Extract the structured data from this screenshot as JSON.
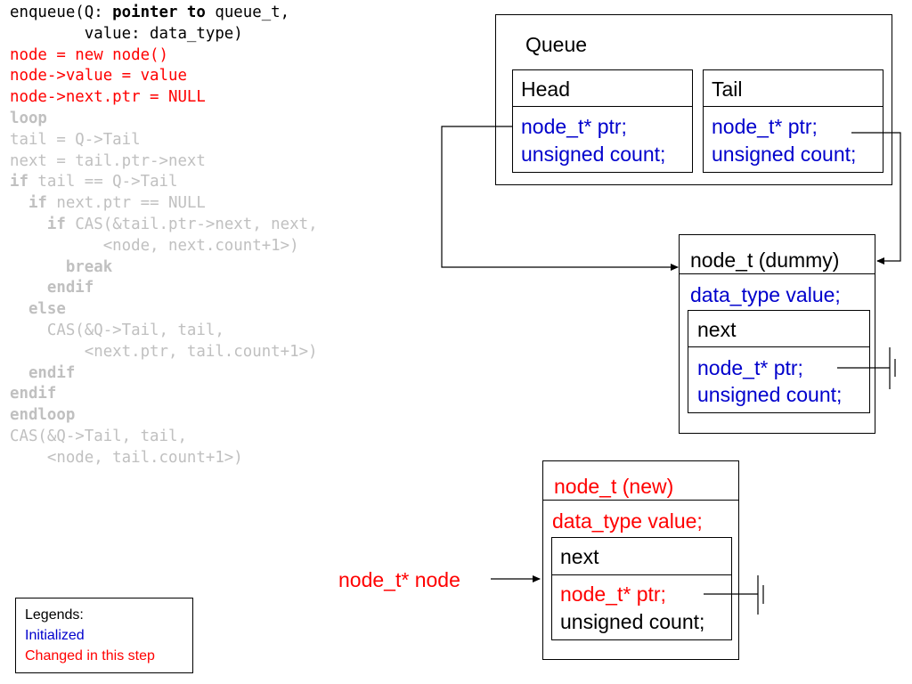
{
  "code": {
    "lines": [
      {
        "text": "enqueue(Q: ",
        "bold": "pointer to",
        "after": " queue_t,",
        "state": "normal"
      },
      {
        "text": "        value: data_type)",
        "state": "normal"
      },
      {
        "text": "node = new node()",
        "state": "changed"
      },
      {
        "text": "node->value = value",
        "state": "changed"
      },
      {
        "text": "node->next.ptr = NULL",
        "state": "changed"
      },
      {
        "text": "",
        "bold": "loop",
        "after": "",
        "state": "faded"
      },
      {
        "text": "tail = Q->Tail",
        "state": "faded"
      },
      {
        "text": "next = tail.ptr->next",
        "state": "faded"
      },
      {
        "text": "",
        "bold": "if",
        "after": " tail == Q->Tail",
        "state": "faded"
      },
      {
        "text": "  ",
        "bold": "if",
        "after": " next.ptr == NULL",
        "state": "faded"
      },
      {
        "text": "    ",
        "bold": "if",
        "after": " CAS(&tail.ptr->next, next,",
        "state": "faded"
      },
      {
        "text": "          <node, next.count+1>)",
        "state": "faded"
      },
      {
        "text": "      ",
        "bold": "break",
        "after": "",
        "state": "faded"
      },
      {
        "text": "    ",
        "bold": "endif",
        "after": "",
        "state": "faded"
      },
      {
        "text": "  ",
        "bold": "else",
        "after": "",
        "state": "faded"
      },
      {
        "text": "    CAS(&Q->Tail, tail,",
        "state": "faded"
      },
      {
        "text": "        <next.ptr, tail.count+1>)",
        "state": "faded"
      },
      {
        "text": "  ",
        "bold": "endif",
        "after": "",
        "state": "faded"
      },
      {
        "text": "",
        "bold": "endif",
        "after": "",
        "state": "faded"
      },
      {
        "text": "",
        "bold": "endloop",
        "after": "",
        "state": "faded"
      },
      {
        "text": "CAS(&Q->Tail, tail,",
        "state": "faded"
      },
      {
        "text": "    <node, tail.count+1>)",
        "state": "faded"
      }
    ]
  },
  "queue": {
    "title": "Queue",
    "head": {
      "title": "Head",
      "field1": "node_t* ptr;",
      "field2": "unsigned count;"
    },
    "tail": {
      "title": "Tail",
      "field1": "node_t* ptr;",
      "field2": "unsigned count;"
    }
  },
  "dummy_node": {
    "title": "node_t (dummy)",
    "value_field": "data_type value;",
    "next": {
      "title": "next",
      "field1": "node_t* ptr;",
      "field2": "unsigned count;"
    }
  },
  "new_node": {
    "title": "node_t (new)",
    "value_field": "data_type value;",
    "next": {
      "title": "next",
      "field1": "node_t* ptr;",
      "field2": "unsigned count;"
    }
  },
  "node_pointer_label": "node_t* node",
  "legend": {
    "title": "Legends:",
    "initialized": "Initialized",
    "changed": "Changed in this step"
  },
  "colors": {
    "initialized": "#0000cc",
    "changed": "#ff0000",
    "faded_code": "#c0c0c0",
    "normal": "#000000"
  }
}
